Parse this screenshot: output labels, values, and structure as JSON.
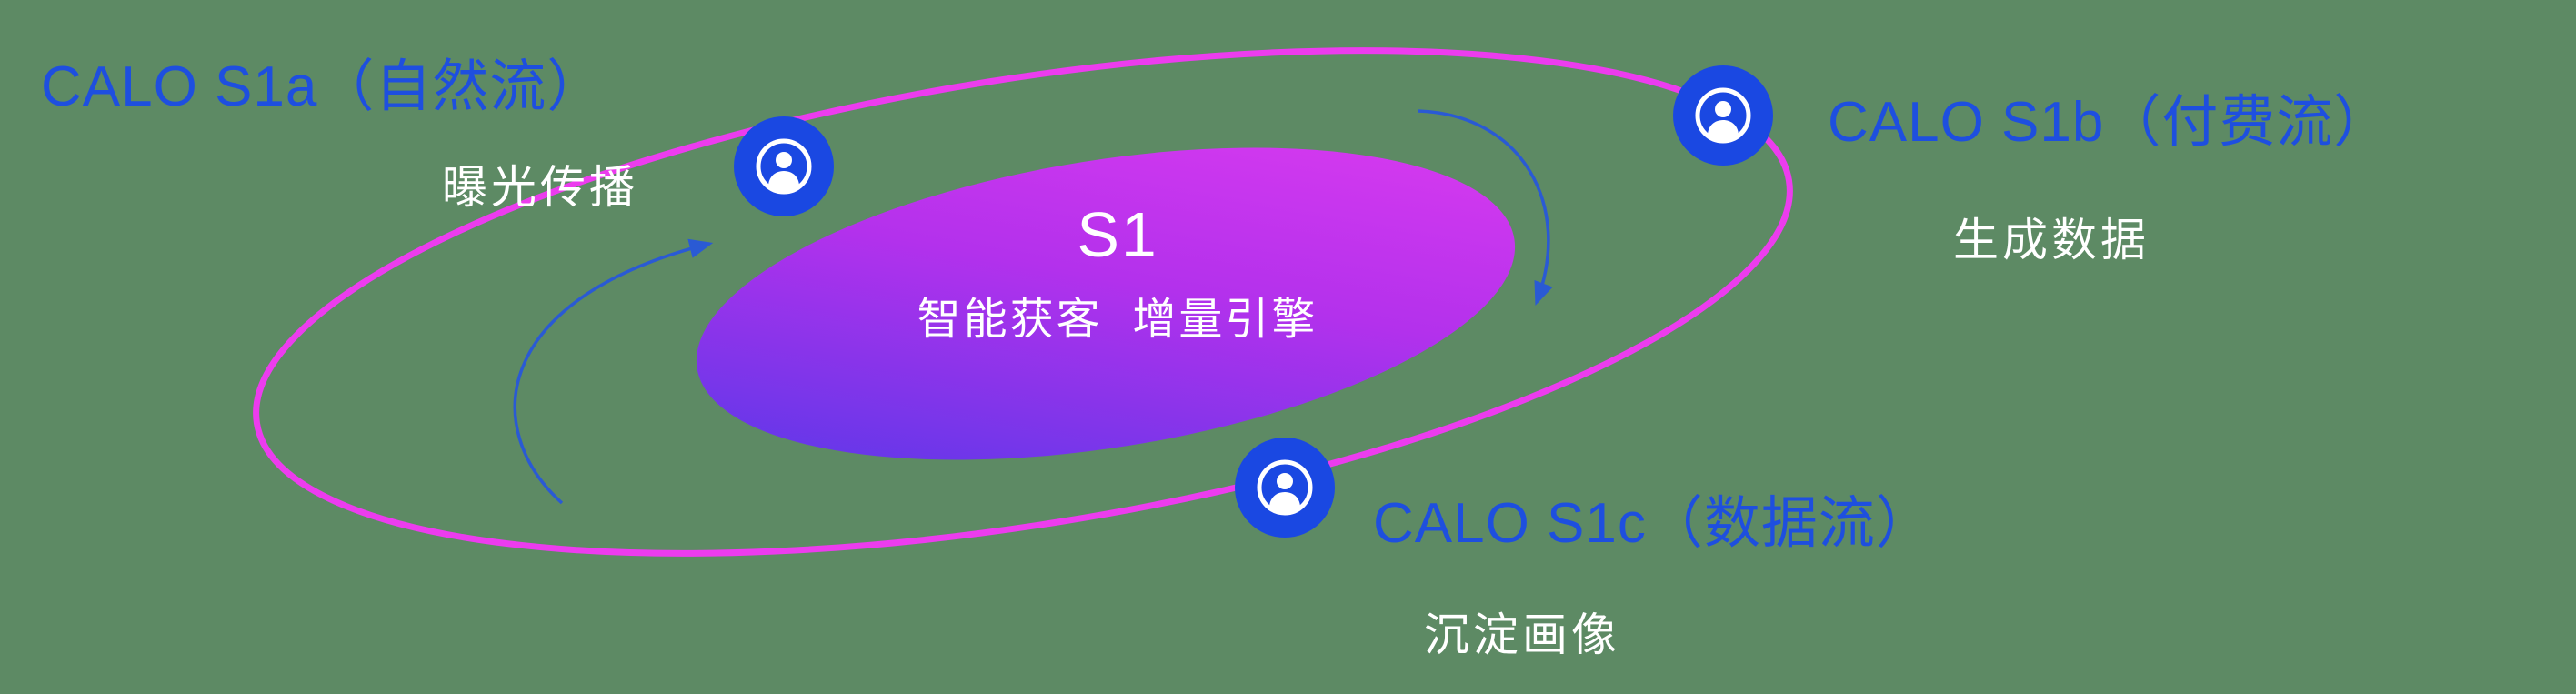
{
  "canvas": {
    "background": "#5d8a64"
  },
  "core": {
    "title": "S1",
    "subtitle": "智能获客  增量引擎"
  },
  "nodes": [
    {
      "id": "s1a",
      "label": "CALO S1a（自然流）",
      "sublabel": "曝光传播"
    },
    {
      "id": "s1b",
      "label": "CALO S1b（付费流）",
      "sublabel": "生成数据"
    },
    {
      "id": "s1c",
      "label": "CALO S1c（数据流）",
      "sublabel": "沉淀画像"
    }
  ],
  "icons": [
    {
      "name": "person-icon",
      "meaning": "user/audience node on orbit"
    }
  ],
  "colors": {
    "background_green": "#5d8a64",
    "label_blue": "#1e4fdf",
    "node_blue": "#1a48e2",
    "orbit_magenta": "#ec3cee",
    "arrow_blue": "#2a5ad4",
    "core_gradient_start": "#4f39e8",
    "core_gradient_mid": "#b331ec",
    "core_gradient_end": "#e03cf0",
    "text_white": "#ffffff"
  }
}
